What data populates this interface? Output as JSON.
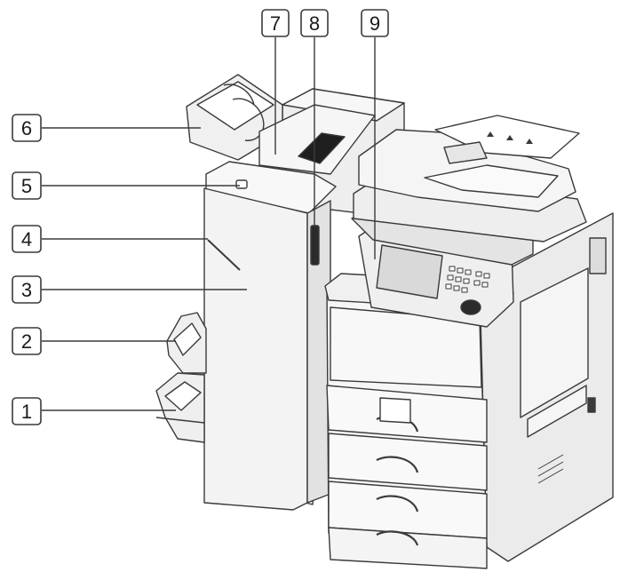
{
  "diagram": {
    "callouts": [
      {
        "id": "callout-1",
        "label": "1"
      },
      {
        "id": "callout-2",
        "label": "2"
      },
      {
        "id": "callout-3",
        "label": "3"
      },
      {
        "id": "callout-4",
        "label": "4"
      },
      {
        "id": "callout-5",
        "label": "5"
      },
      {
        "id": "callout-6",
        "label": "6"
      },
      {
        "id": "callout-7",
        "label": "7"
      },
      {
        "id": "callout-8",
        "label": "8"
      },
      {
        "id": "callout-9",
        "label": "9"
      }
    ],
    "colors": {
      "outline": "#3a3a3a",
      "panel": "#f2f2f2",
      "shade": "#c8c8c8",
      "dark": "#2b2b2b",
      "screen": "#d9d9d9"
    }
  }
}
